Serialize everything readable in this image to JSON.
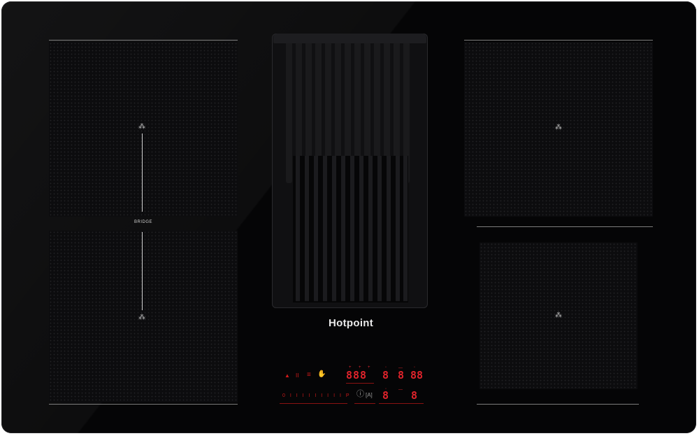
{
  "brand": {
    "name": "Hotpoint"
  },
  "zones": {
    "left": {
      "bridge_label": "BRIDGE"
    }
  },
  "controls": {
    "icons": [
      "lock-icon",
      "pause-icon",
      "recipe-icon",
      "hand-icon"
    ],
    "glyphs": {
      "lock": "▲",
      "pause": "II",
      "menu": "≡",
      "hand": "✋",
      "timer": "ⓘ",
      "auto": "[A]",
      "slider": "0 I I I I I I I I I P"
    },
    "displays": {
      "group1": "888",
      "group2": "8",
      "group3": "8",
      "group4": "88",
      "lower_left": "8",
      "lower_right": "8"
    },
    "accent_color": "#e0232b"
  }
}
